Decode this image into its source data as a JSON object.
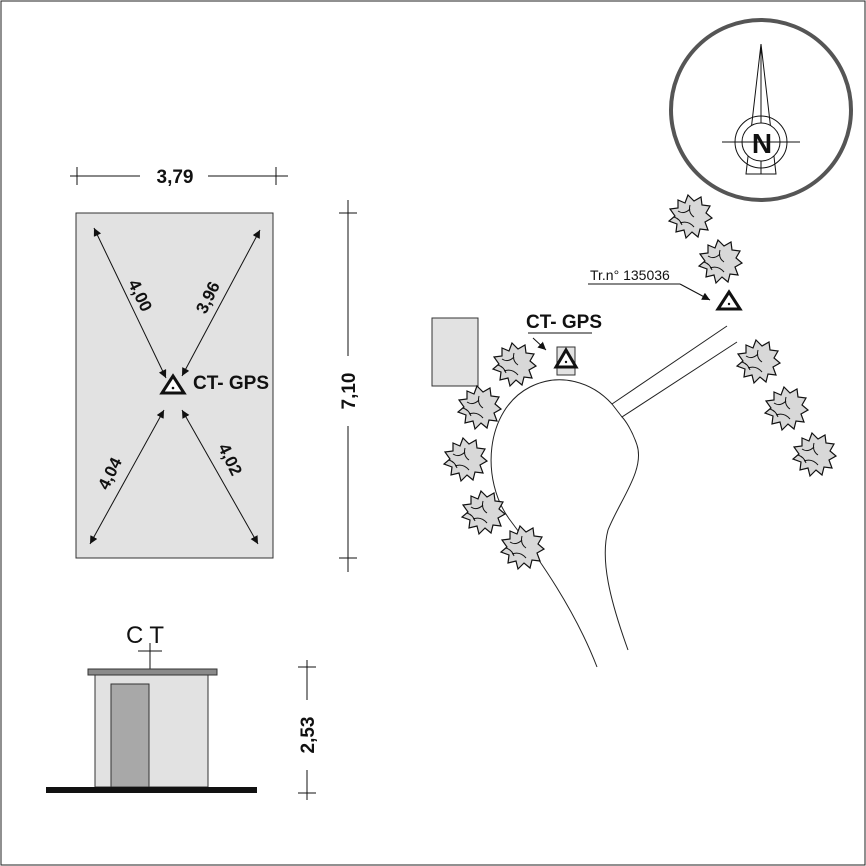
{
  "plan": {
    "width_label": "3,79",
    "height_label": "7,10",
    "diag_top_left": "4,00",
    "diag_top_right": "3,96",
    "diag_bottom_left": "4,04",
    "diag_bottom_right": "4,02",
    "center_label": "CT- GPS"
  },
  "elevation": {
    "title": "CT",
    "height_label": "2,53"
  },
  "site": {
    "ct_label": "CT- GPS",
    "tr_label": "Tr.n° 135036"
  },
  "compass": {
    "north_label": "N"
  },
  "colors": {
    "fill_gray": "#e2e2e2",
    "door_gray": "#a8a8a8",
    "line": "#111111"
  }
}
